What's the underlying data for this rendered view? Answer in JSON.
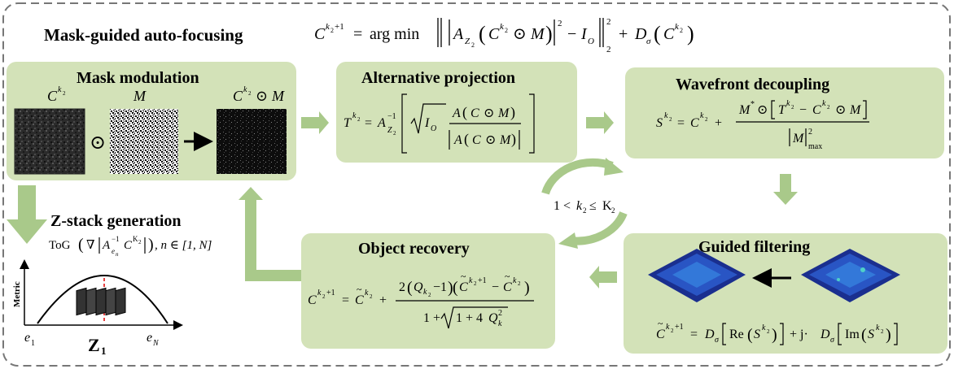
{
  "diagram": {
    "main_title": "Mask-guided auto-focusing",
    "top_formula": {
      "lhs_base": "C",
      "lhs_sub": "k",
      "lhs_subsub": "2",
      "lhs_sup": "+1",
      "eq": "=",
      "argmin": "arg min",
      "A": "A",
      "A_sub": "Z",
      "A_subsub": "2",
      "C_base": "C",
      "C_sup": "k",
      "C_supsub": "2",
      "odot": "⊙",
      "M": "M",
      "sq": "2",
      "minus": "−",
      "I": "I",
      "I_sub": "O",
      "norm_sub": "2",
      "norm_sup": "2",
      "plus": "+",
      "D": "D",
      "D_sub": "σ"
    },
    "mask_modulation": {
      "title": "Mask modulation",
      "c_label": "C",
      "c_sup": "k",
      "c_supsub": "2",
      "m_label": "M",
      "odot": "⊙",
      "result_label": "C",
      "result_sup": "k",
      "result_supsub": "2",
      "result_odot": "⊙",
      "result_m": "M"
    },
    "alternative_projection": {
      "title": "Alternative projection",
      "T": "T",
      "k": "k",
      "k_sub": "2",
      "eq": "=",
      "A": "A",
      "A_sup": "−1",
      "Z": "Z",
      "Z_sub": "2",
      "sqrt_I": "I",
      "sqrt_I_sub": "O",
      "num": "A",
      "C": "C",
      "odot": "⊙",
      "M": "M"
    },
    "wavefront_decoupling": {
      "title": "Wavefront decoupling",
      "S": "S",
      "k": "k",
      "k_sub": "2",
      "eq": "=",
      "C": "C",
      "plus": "+",
      "M_star": "M",
      "star": "*",
      "odot": "⊙",
      "T": "T",
      "minus": "−",
      "M": "M",
      "den_M": "M",
      "den_sup": "2",
      "den_sub": "max"
    },
    "cycle": {
      "lhs": "1 <",
      "k": "k",
      "k_sub": "2",
      "rel": "≤",
      "K": "K",
      "K_sub": "2"
    },
    "z_stack": {
      "title": "Z-stack generation",
      "formula_prefix": "ToG",
      "nabla": "∇",
      "A": "A",
      "A_sup": "−1",
      "e_n": "e",
      "e_n_sub": "n",
      "C": "C",
      "C_sup": "K",
      "C_supsub": "2",
      "tail": ", n ∈ [1, N]",
      "plot_ylabel": "Metric",
      "plot_e1": "e",
      "plot_e1_sub": "1",
      "plot_eN": "e",
      "plot_eN_sub": "N",
      "plot_z": "Z",
      "plot_z_sub": "1"
    },
    "object_recovery": {
      "title": "Object recovery",
      "C": "C",
      "k": "k",
      "k_sub": "2",
      "sup": "+1",
      "eq": "=",
      "plus": "+",
      "num_2": "2",
      "Q": "Q",
      "minus1": "−1",
      "minus": "−",
      "den_1": "1 +",
      "den_1b": "1 + 4",
      "den_Q": "Q",
      "den_Q_sup": "2"
    },
    "guided_filtering": {
      "title": "Guided filtering",
      "C": "C",
      "sup": "+1",
      "eq": "=",
      "D": "D",
      "D_sub": "σ",
      "Re": "Re",
      "S": "S",
      "plus": "+ j·",
      "Im": "Im"
    },
    "colors": {
      "box_fill": "#d3e2b8",
      "arrow": "#a9c98a",
      "dash_border": "#777777",
      "surface_dark": "#1a2f8f",
      "surface_mid": "#2f63d6"
    }
  }
}
